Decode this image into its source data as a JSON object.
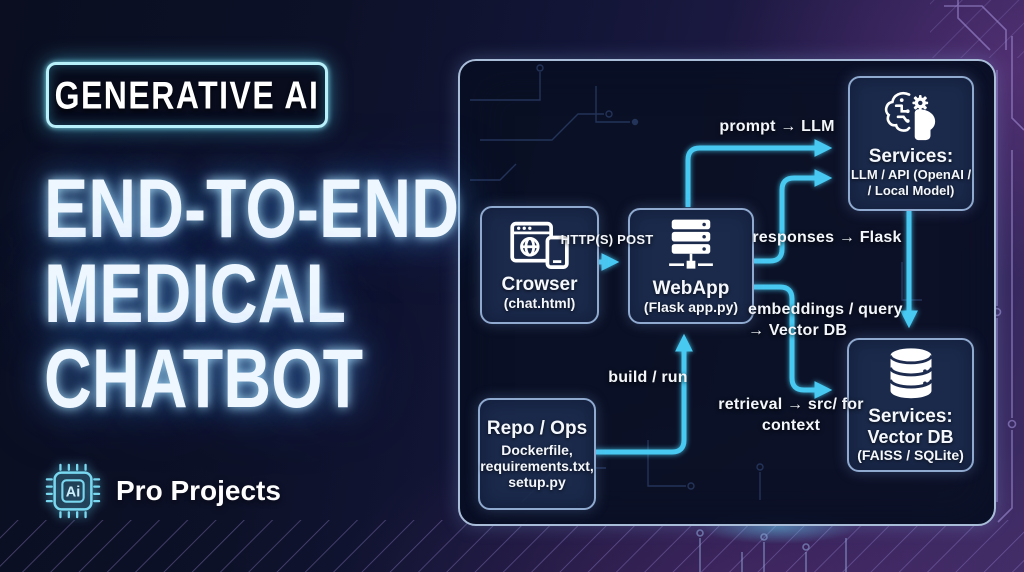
{
  "badge": {
    "label": "GENERATIVE AI"
  },
  "title": {
    "lines": [
      "END-TO-END",
      "MEDICAL",
      "CHATBOT"
    ]
  },
  "brand": {
    "chip_label": "Ai",
    "name": "Pro Projects"
  },
  "diagram": {
    "nodes": {
      "browser": {
        "title": "Crowser",
        "subtitle": "(chat.html)"
      },
      "webapp": {
        "title": "WebApp",
        "subtitle": "(Flask app.py)"
      },
      "llm": {
        "title": "Services:",
        "line2": "LLM / API (OpenAI /",
        "line3": "/ Local Model)"
      },
      "vectordb": {
        "title": "Services:",
        "line2": "Vector DB",
        "line3": "(FAISS / SQLite)"
      },
      "repo": {
        "title": "Repo / Ops",
        "files": [
          "Dockerfile,",
          "requirements.txt,",
          "setup.py"
        ]
      }
    },
    "edges": {
      "http_post": "HTTP(S) POST",
      "prompt": "prompt → LLM",
      "responses": "responses → Flask",
      "embeddings": [
        "embeddings / query",
        "→ Vector DB"
      ],
      "retrieval": [
        "retrieval → src/ for",
        "context"
      ],
      "build": "build / run"
    }
  },
  "colors": {
    "arrow": "#47c9f2",
    "neon": "#8ee9fb",
    "box_fill": "#1d2c4e",
    "box_border": "#8fa9cf",
    "panel_border": "#a9bdd9"
  }
}
